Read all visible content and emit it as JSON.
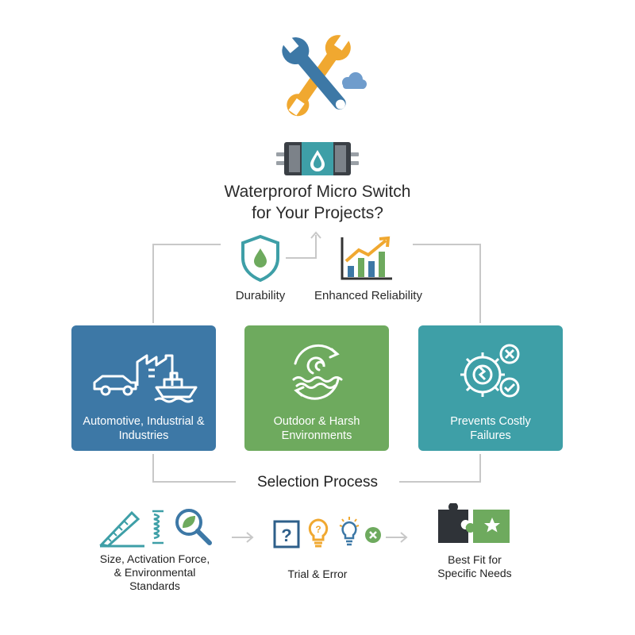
{
  "title_line1": "Waterprorof Micro Switch",
  "title_line2": "for Your Projects?",
  "benefits": [
    {
      "label": "Durability",
      "icon": "shield-drop-icon"
    },
    {
      "label": "Enhanced Reliability",
      "icon": "growth-chart-icon"
    }
  ],
  "cards": [
    {
      "line1": "Automotive, Industrial &",
      "line2": "Industries",
      "icon": "car-factory-ship-icon",
      "color": "#3d78a6"
    },
    {
      "line1": "Outdoor & Harsh",
      "line2": "Environments",
      "icon": "water-wave-icon",
      "color": "#6eaa5e"
    },
    {
      "line1": "Prevents Costly",
      "line2": "Failures",
      "icon": "broken-gear-icon",
      "color": "#3e9fa7"
    }
  ],
  "process": {
    "title": "Selection Process",
    "steps": [
      {
        "line1": "Size, Activation Force,",
        "line2": "& Environmental",
        "line3": "Standards",
        "icons": [
          "ruler-icon",
          "spring-icon",
          "magnifier-leaf-icon"
        ]
      },
      {
        "line1": "Trial & Error",
        "icons": [
          "question-box-icon",
          "lightbulb-question-icon",
          "lightbulb-x-icon"
        ]
      },
      {
        "line1": "Best Fit for",
        "line2": "Specific Needs",
        "icons": [
          "puzzle-pieces-icon"
        ]
      }
    ]
  },
  "colors": {
    "blue": "#3d78a6",
    "green": "#6eaa5e",
    "teal": "#3e9fa7",
    "orange": "#f0a830",
    "connector": "#c8c8c8"
  }
}
